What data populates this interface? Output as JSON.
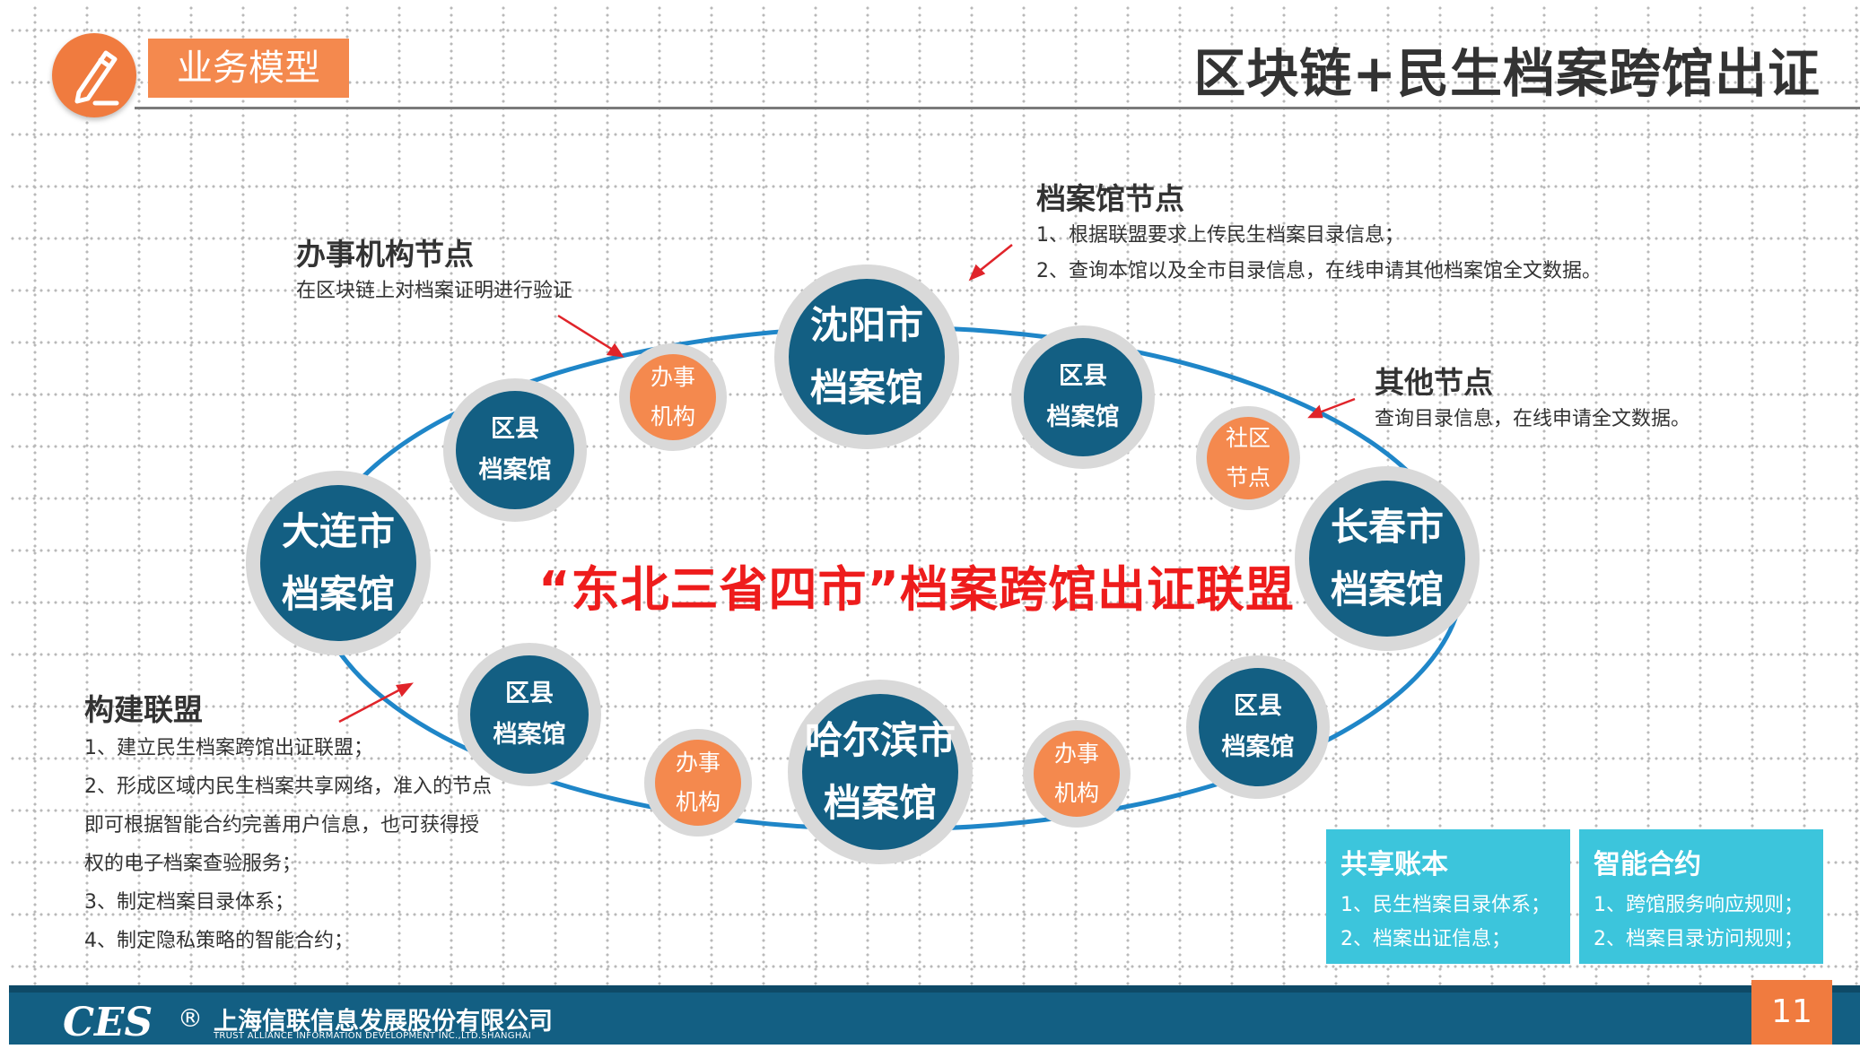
{
  "header": {
    "section_tag": "业务模型",
    "title": "区块链+民生档案跨馆出证"
  },
  "alliance_title": "“东北三省四市”档案跨馆出证联盟",
  "nodes": {
    "shenyang": [
      "沈阳市",
      "档案馆"
    ],
    "dalian": [
      "大连市",
      "档案馆"
    ],
    "changchun": [
      "长春市",
      "档案馆"
    ],
    "harbin": [
      "哈尔滨市",
      "档案馆"
    ],
    "county_tl": [
      "区县",
      "档案馆"
    ],
    "county_tr": [
      "区县",
      "档案馆"
    ],
    "county_bl": [
      "区县",
      "档案馆"
    ],
    "county_br": [
      "区县",
      "档案馆"
    ],
    "agency_top": [
      "办事",
      "机构"
    ],
    "agency_bl": [
      "办事",
      "机构"
    ],
    "agency_br": [
      "办事",
      "机构"
    ],
    "community": [
      "社区",
      "节点"
    ]
  },
  "callouts": {
    "agency_node": {
      "title": "办事机构节点",
      "lines": [
        "在区块链上对档案证明进行验证"
      ]
    },
    "archive_node": {
      "title": "档案馆节点",
      "lines": [
        "1、根据联盟要求上传民生档案目录信息；",
        "2、查询本馆以及全市目录信息，在线申请其他档案馆全文数据。"
      ]
    },
    "other_node": {
      "title": "其他节点",
      "lines": [
        "查询目录信息，在线申请全文数据。"
      ]
    },
    "build_alliance": {
      "title": "构建联盟",
      "lines": [
        "1、建立民生档案跨馆出证联盟；",
        "2、形成区域内民生档案共享网络，准入的节点",
        "即可根据智能合约完善用户信息，也可获得授",
        "权的电子档案查验服务；",
        "3、制定档案目录体系；",
        "4、制定隐私策略的智能合约；"
      ]
    }
  },
  "info_boxes": {
    "ledger": {
      "title": "共享账本",
      "lines": [
        "1、民生档案目录体系；",
        "2、档案出证信息；"
      ]
    },
    "contract": {
      "title": "智能合约",
      "lines": [
        "1、跨馆服务响应规则；",
        "2、档案目录访问规则；"
      ]
    }
  },
  "footer": {
    "logo": "CES",
    "reg_mark": "®",
    "company_cn": "上海信联信息发展股份有限公司",
    "company_en": "TRUST ALLIANCE INFORMATION DEVELOPMENT INC.,LTD.SHANGHAI",
    "page_number": "11"
  },
  "colors": {
    "node_blue": "#135f83",
    "node_orange": "#f4894e",
    "ring_line": "#1f86c8",
    "alliance_red": "#ee1c1c",
    "info_cyan": "#3cc5dc",
    "arrow_red": "#e0242a"
  }
}
